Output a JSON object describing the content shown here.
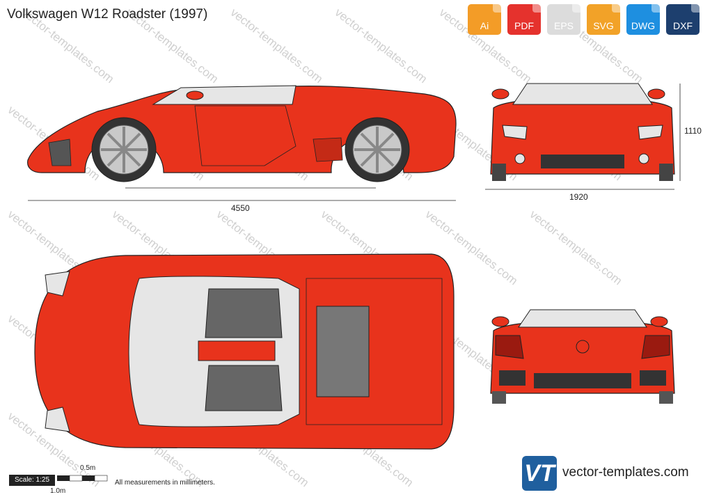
{
  "title": "Volkswagen W12 Roadster (1997)",
  "formats": [
    {
      "label": "Ai",
      "color": "#f39c27"
    },
    {
      "label": "PDF",
      "color": "#e5322d"
    },
    {
      "label": "EPS",
      "color": "#dcdcdc"
    },
    {
      "label": "SVG",
      "color": "#f2a228"
    },
    {
      "label": "DWG",
      "color": "#1e8fe0"
    },
    {
      "label": "DXF",
      "color": "#1d3f6e"
    }
  ],
  "dimensions": {
    "length": "4550",
    "height": "1110",
    "width": "1920"
  },
  "scale": {
    "label": "Scale: 1:25",
    "half": "0.5m",
    "full": "1.0m"
  },
  "note": "All measurements in millimeters.",
  "watermark": "vector-templates.com",
  "logo": {
    "mark": "VT",
    "url": "vector-templates.com"
  },
  "colors": {
    "body": "#e8331c",
    "outline": "#222222",
    "glass": "#e6e6e6",
    "wheel": "#c9c9c9",
    "interior": "#666666"
  }
}
